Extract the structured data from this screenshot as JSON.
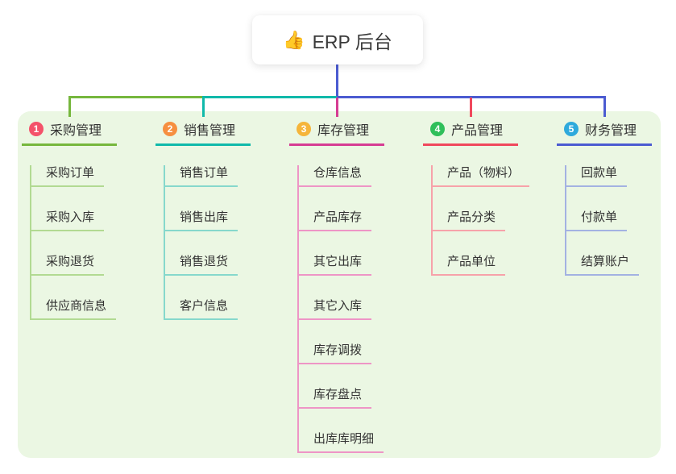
{
  "root": {
    "icon": "👍",
    "label": "ERP 后台"
  },
  "colors": {
    "panel_bg": "#ebf7e3",
    "root_line": "#4b5bd1",
    "text": "#333333"
  },
  "branches": [
    {
      "num": "1",
      "title": "采购管理",
      "badge_color": "#f4526a",
      "line_color": "#76b73d",
      "light_color": "#b2da92",
      "children": [
        "采购订单",
        "采购入库",
        "采购退货",
        "供应商信息"
      ]
    },
    {
      "num": "2",
      "title": "销售管理",
      "badge_color": "#f68f40",
      "line_color": "#10b9aa",
      "light_color": "#86d8cc",
      "children": [
        "销售订单",
        "销售出库",
        "销售退货",
        "客户信息"
      ]
    },
    {
      "num": "3",
      "title": "库存管理",
      "badge_color": "#f5b53a",
      "line_color": "#d63c93",
      "light_color": "#ee95c6",
      "children": [
        "仓库信息",
        "产品库存",
        "其它出库",
        "其它入库",
        "库存调拨",
        "库存盘点",
        "出库库明细"
      ]
    },
    {
      "num": "4",
      "title": "产品管理",
      "badge_color": "#2fbf5a",
      "line_color": "#f0485c",
      "light_color": "#f7a2aa",
      "children": [
        "产品（物料）",
        "产品分类",
        "产品单位"
      ]
    },
    {
      "num": "5",
      "title": "财务管理",
      "badge_color": "#2eaadc",
      "line_color": "#4b5bd1",
      "light_color": "#a3b2e2",
      "children": [
        "回款单",
        "付款单",
        "结算账户"
      ]
    }
  ]
}
